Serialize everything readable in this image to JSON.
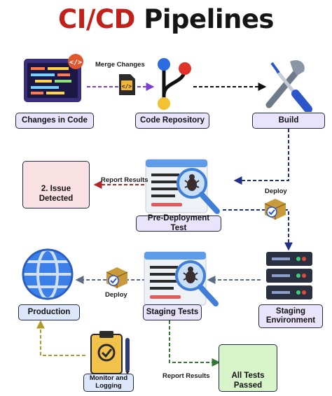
{
  "title": {
    "part1": "CI/CD",
    "part2": "Pipelines"
  },
  "nodes": {
    "changes_in_code": "Changes in Code",
    "code_repository": "Code Repository",
    "build": "Build",
    "issue_detected": "2. Issue Detected",
    "pre_deployment_test": "Pre-Deployment Test",
    "staging_environment": "Staging Environment",
    "production": "Production",
    "staging_tests": "Staging Tests",
    "monitor_logging": "Monitor and Logging",
    "all_tests_passed": "All Tests Passed"
  },
  "edges": {
    "merge_changes": "Merge Changes",
    "report_results_top": "Report Results",
    "deploy_right": "Deploy",
    "deploy_left": "Deploy",
    "report_results_bottom": "Report Results"
  },
  "colors": {
    "title_red": "#c0211b",
    "purple_arrow": "#7b3fd4",
    "navy_arrow": "#1f2f8a",
    "yellow_arrow": "#b09a2a",
    "green_arrow": "#2f7a2f",
    "red_arrow": "#b32626",
    "box_lavender": "#e9e4fb",
    "box_blue": "#dce7fb",
    "box_pink": "#f9e1e3",
    "box_green": "#d8f5c9"
  },
  "icons": [
    "code-monitor-icon",
    "code-file-icon",
    "git-branch-icon",
    "wrench-screwdriver-icon",
    "warning-icon",
    "bug-report-icon",
    "package-icon",
    "server-rack-icon",
    "globe-icon",
    "clipboard-check-icon",
    "badge-check-icon"
  ]
}
